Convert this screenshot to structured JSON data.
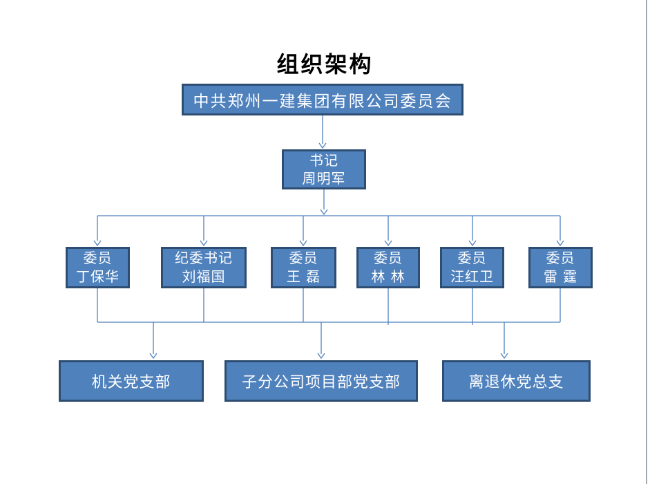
{
  "page": {
    "title": "组织架构"
  },
  "org_chart": {
    "root": {
      "label": "中共郑州一建集团有限公司委员会"
    },
    "secretary": {
      "title": "书记",
      "name": "周明军"
    },
    "members": [
      {
        "title": "委员",
        "name": "丁保华"
      },
      {
        "title": "纪委书记",
        "name": "刘福国"
      },
      {
        "title": "委员",
        "name": "王 磊"
      },
      {
        "title": "委员",
        "name": "林 林"
      },
      {
        "title": "委员",
        "name": "汪红卫"
      },
      {
        "title": "委员",
        "name": "雷 霆"
      }
    ],
    "branches": [
      {
        "label": "机关党支部"
      },
      {
        "label": "子分公司项目部党支部"
      },
      {
        "label": "离退休党总支"
      }
    ],
    "colors": {
      "node_fill": "#4f81bd",
      "node_border": "#2e4d72",
      "node_text": "#ffffff",
      "connector": "#4f81bd",
      "title_text": "#000000",
      "page_edge": "#a3a9b0"
    }
  }
}
